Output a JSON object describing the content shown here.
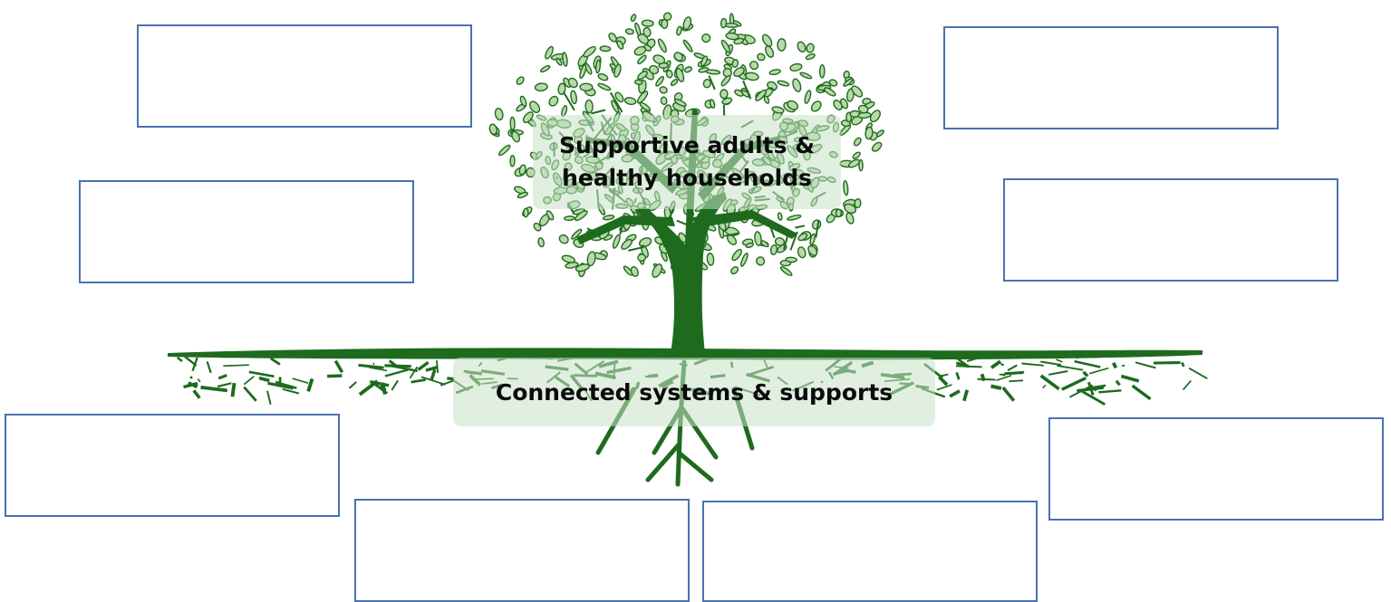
{
  "diagram": {
    "canopy_label": {
      "line1": "Supportive adults &",
      "line2": "healthy households"
    },
    "roots_label": "Connected systems & supports",
    "colors": {
      "tree": "#1e6b1e",
      "leaf_fill": "#b9d9a9",
      "box_border": "#4a72b0",
      "label_panel": "#c8e2c8"
    },
    "empty_boxes": [
      "",
      "",
      "",
      "",
      "",
      "",
      "",
      ""
    ]
  }
}
